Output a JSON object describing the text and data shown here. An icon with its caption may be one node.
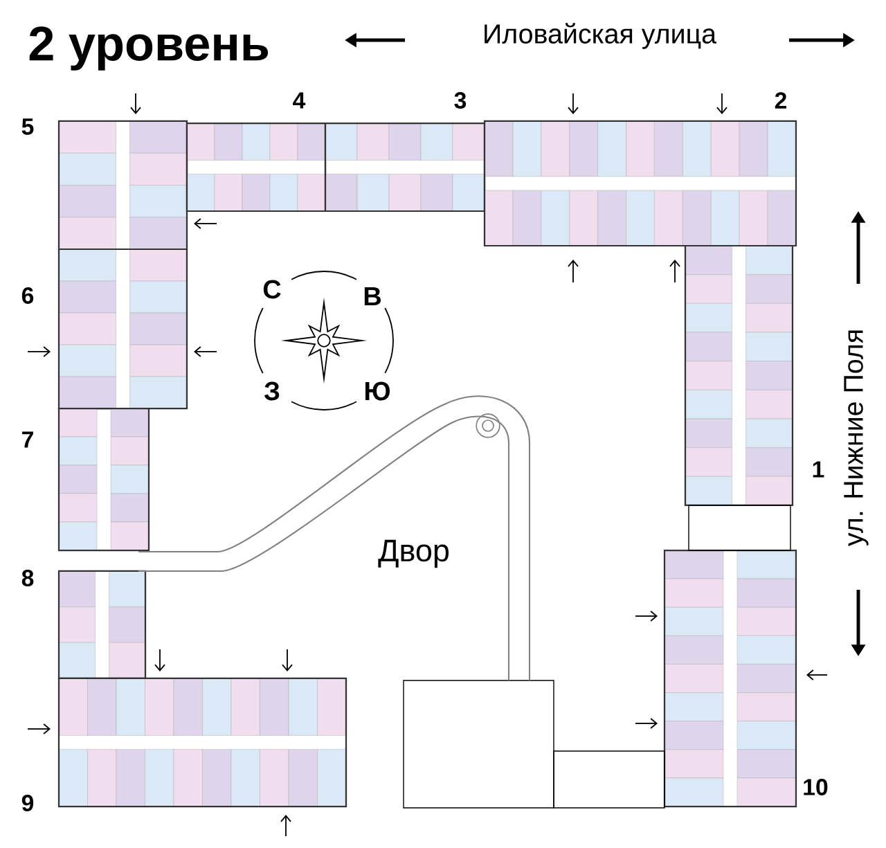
{
  "diagram": {
    "title": "2 уровень",
    "labels": [
      "Иловайская улица",
      "4",
      "3",
      "2",
      "5",
      "6",
      "С",
      "В",
      "З",
      "Ю",
      "7",
      "1",
      "ул. Нижние Поля",
      "Двор",
      "8",
      "9",
      "10"
    ]
  }
}
